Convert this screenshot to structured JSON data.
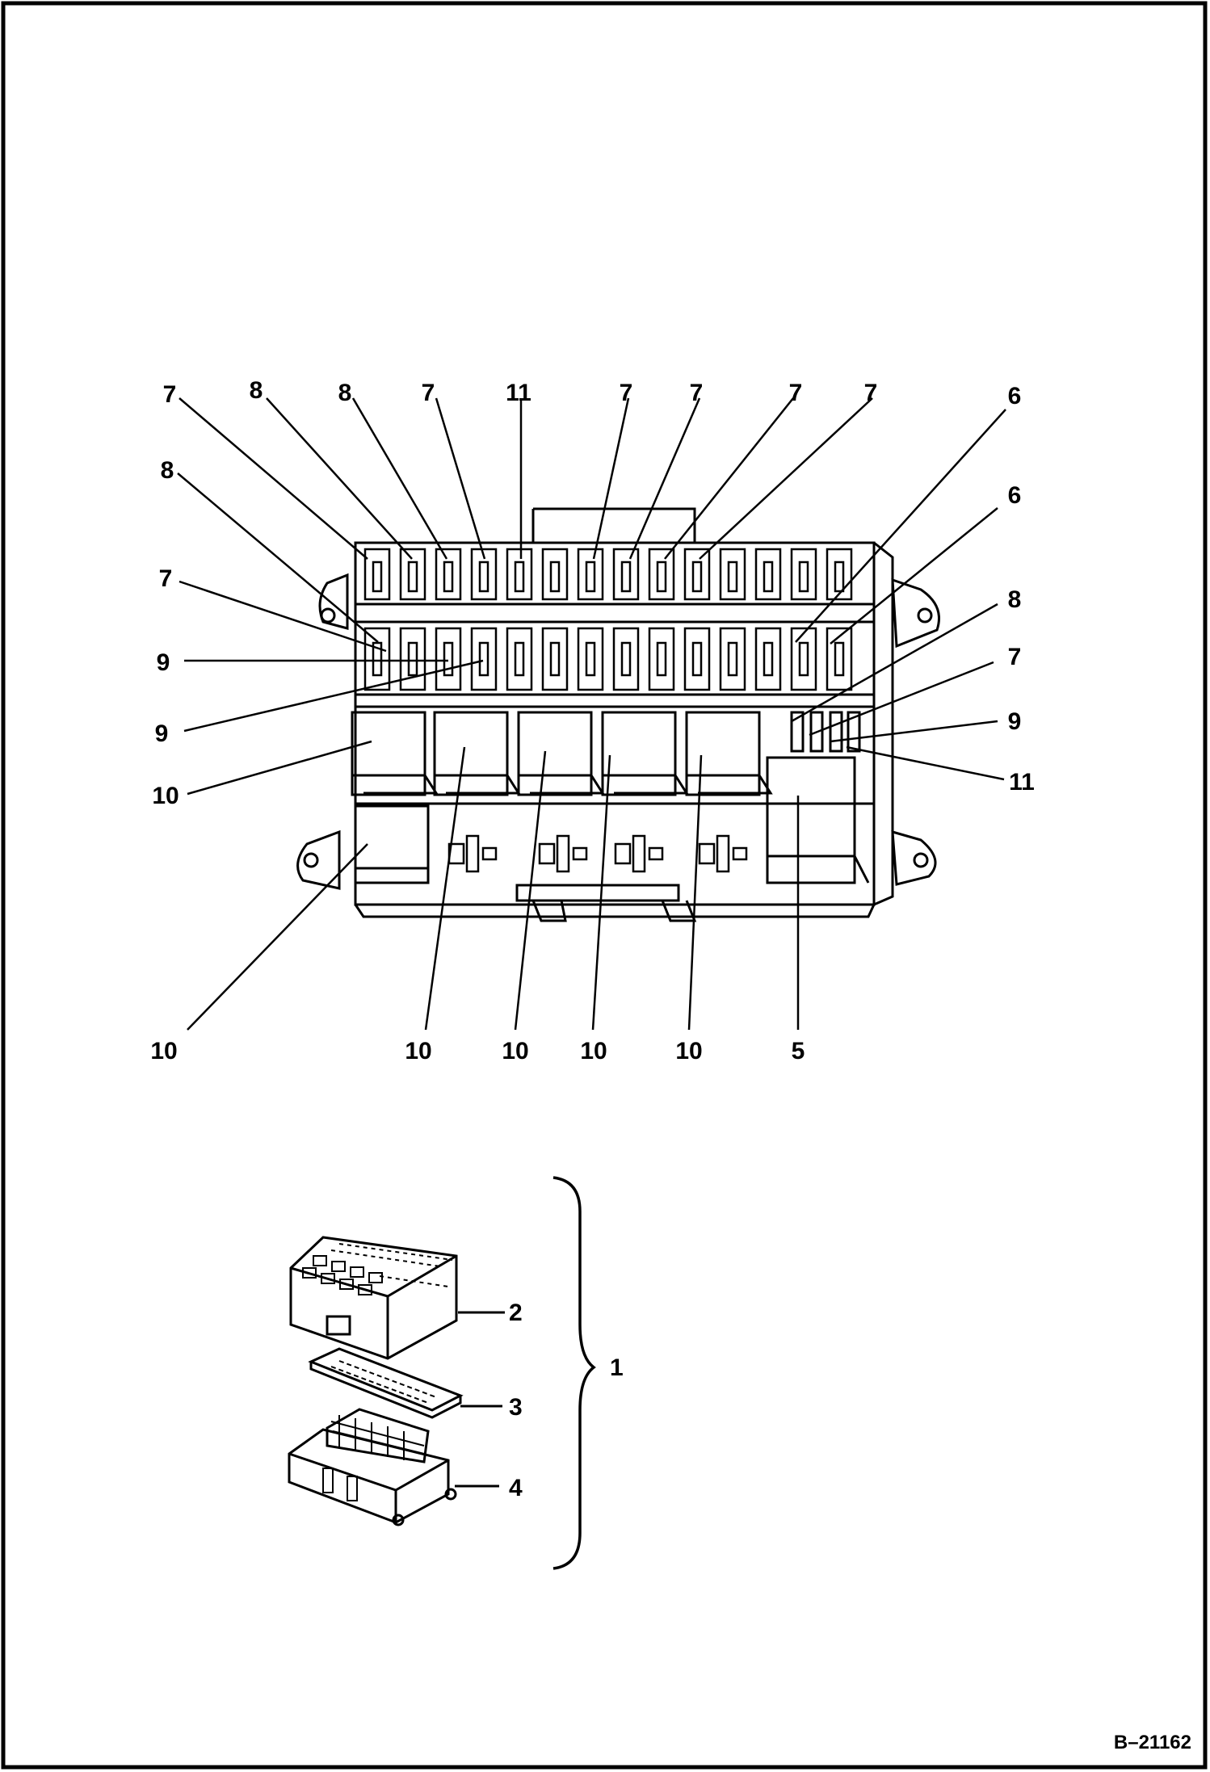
{
  "figure_number": "B–21162",
  "fuse_box_callouts": [
    {
      "id": "top-7a",
      "text": "7"
    },
    {
      "id": "top-8a",
      "text": "8"
    },
    {
      "id": "top-8b",
      "text": "8"
    },
    {
      "id": "top-7b",
      "text": "7"
    },
    {
      "id": "top-11",
      "text": "11"
    },
    {
      "id": "top-7c",
      "text": "7"
    },
    {
      "id": "top-7d",
      "text": "7"
    },
    {
      "id": "top-7e",
      "text": "7"
    },
    {
      "id": "top-7f",
      "text": "7"
    },
    {
      "id": "top-6",
      "text": "6"
    },
    {
      "id": "left-8",
      "text": "8"
    },
    {
      "id": "left-7",
      "text": "7"
    },
    {
      "id": "left-9a",
      "text": "9"
    },
    {
      "id": "left-9b",
      "text": "9"
    },
    {
      "id": "left-10",
      "text": "10"
    },
    {
      "id": "right-6",
      "text": "6"
    },
    {
      "id": "right-8",
      "text": "8"
    },
    {
      "id": "right-7",
      "text": "7"
    },
    {
      "id": "right-9",
      "text": "9"
    },
    {
      "id": "right-11",
      "text": "11"
    },
    {
      "id": "bottom-10a",
      "text": "10"
    },
    {
      "id": "bottom-10b",
      "text": "10"
    },
    {
      "id": "bottom-10c",
      "text": "10"
    },
    {
      "id": "bottom-10d",
      "text": "10"
    },
    {
      "id": "bottom-10e",
      "text": "10"
    },
    {
      "id": "bottom-5",
      "text": "5"
    }
  ],
  "assembly_callouts": [
    {
      "id": "cover",
      "text": "2"
    },
    {
      "id": "fuse-strip",
      "text": "3"
    },
    {
      "id": "base",
      "text": "4"
    },
    {
      "id": "assembly",
      "text": "1"
    }
  ]
}
